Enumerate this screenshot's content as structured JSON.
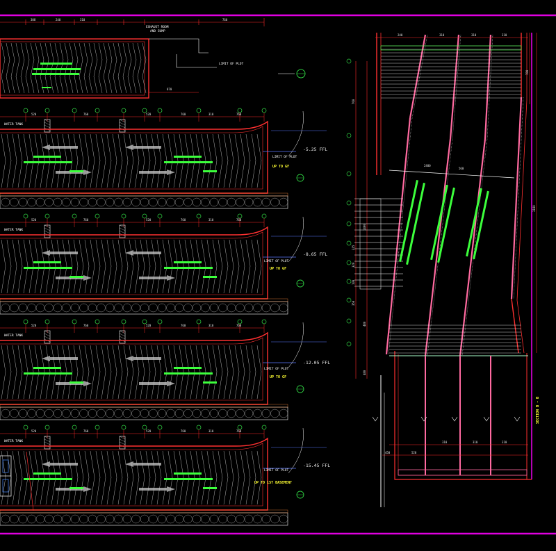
{
  "colors": {
    "background": "#000000",
    "frame": "#e000e0",
    "wall": "#ff3030",
    "hatch": "#ffffff",
    "dim": "#ff2a2a",
    "text": "#ffffff",
    "highlight": "#3cff3c",
    "level": "#5a78ff",
    "section_title": "#ffff33",
    "grid_bubble": "#2ecc40"
  },
  "top_plan": {
    "labels": [
      "EXHAUST ROOM",
      "AND SUMP",
      "LIMIT OF PLOT"
    ],
    "dims": [
      "308",
      "240",
      "310",
      "760",
      "870"
    ]
  },
  "plans": [
    {
      "level": "-5.25 FFL",
      "labels": [
        "WATER TANK",
        "LIMIT OF PLOT",
        "UP TO GF"
      ],
      "dims": [
        "520",
        "760",
        "520",
        "760",
        "310",
        "760"
      ]
    },
    {
      "level": "-8.65 FFL",
      "labels": [
        "WATER TANK",
        "LIMIT OF PLOT",
        "UP TO GF"
      ],
      "dims": [
        "520",
        "760",
        "520",
        "760",
        "310",
        "760"
      ]
    },
    {
      "level": "-12.05 FFL",
      "labels": [
        "WATER TANK",
        "LIMIT OF PLOT",
        "UP TO GF"
      ],
      "dims": [
        "520",
        "760",
        "520",
        "760",
        "310",
        "760"
      ]
    },
    {
      "level": "-15.45 FFL",
      "labels": [
        "WATER TANK",
        "LIMIT OF PLOT",
        "UP TO 1ST BASEMENT"
      ],
      "dims": [
        "520",
        "760",
        "520",
        "760",
        "310",
        "760"
      ]
    }
  ],
  "section": {
    "title": "SECTION B - B",
    "top_dims": [
      "240",
      "310",
      "310",
      "310"
    ],
    "mid_dims": [
      "2400",
      "560"
    ],
    "bottom_dims": [
      "450",
      "520",
      "310",
      "310",
      "310"
    ],
    "left_dims": [
      "760",
      "1400",
      "315",
      "320",
      "100",
      "350",
      "480",
      "480"
    ],
    "right_dims": [
      "780",
      "3180"
    ]
  }
}
